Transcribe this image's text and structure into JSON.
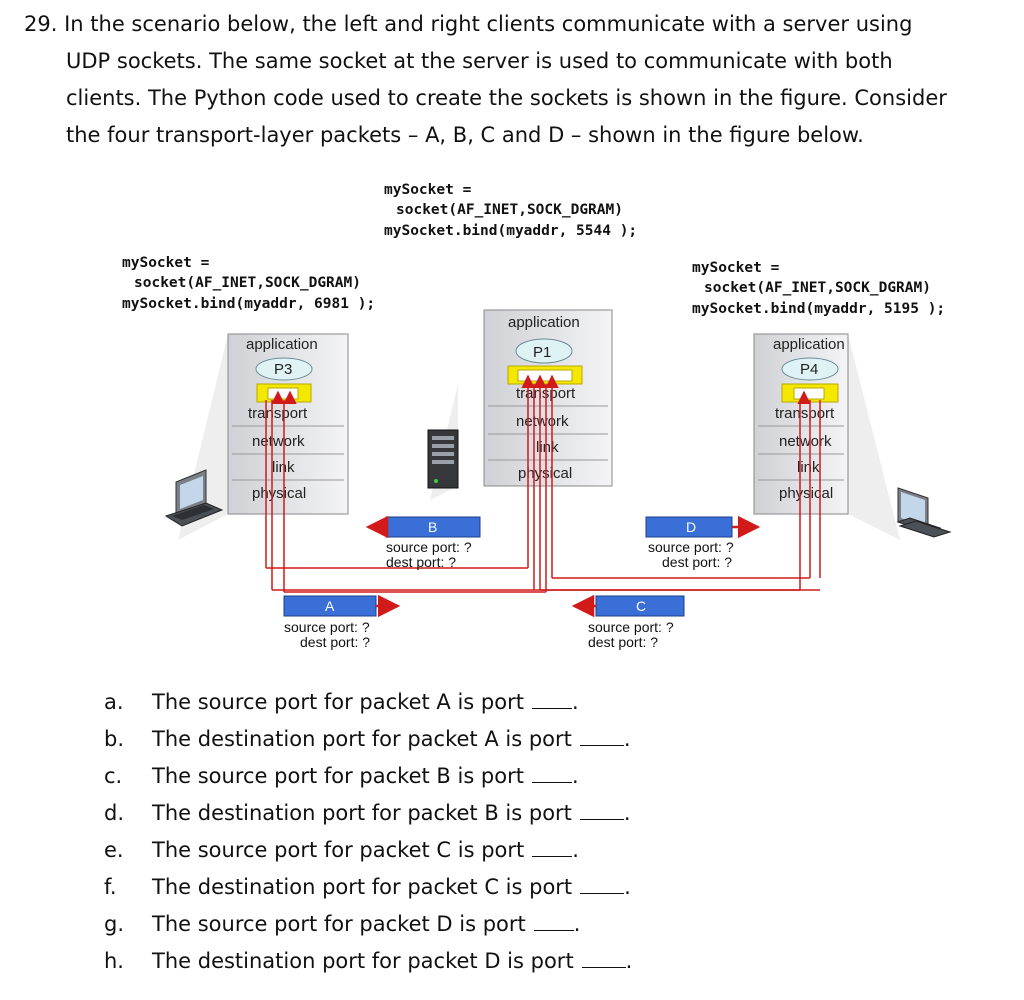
{
  "question": {
    "number": "29.",
    "lines": [
      "In the scenario below, the left and right clients communicate with a server using",
      "UDP sockets. The same socket at the server is used to communicate with both",
      "clients. The Python code used to create the sockets is shown in the figure. Consider",
      "the four transport-layer packets – A, B, C and D – shown in the figure below."
    ]
  },
  "figure": {
    "server_code": {
      "line1": "mySocket =",
      "line2": "socket(AF_INET,SOCK_DGRAM)",
      "line3": "mySocket.bind(myaddr, 5544 );"
    },
    "left_code": {
      "line1": "mySocket =",
      "line2": "socket(AF_INET,SOCK_DGRAM)",
      "line3": "mySocket.bind(myaddr, 6981 );"
    },
    "right_code": {
      "line1": "mySocket =",
      "line2": "socket(AF_INET,SOCK_DGRAM)",
      "line3": "mySocket.bind(myaddr, 5195 );"
    },
    "left_stack": {
      "application": "application",
      "process": "P3",
      "transport": "transport",
      "network": "network",
      "link": "link",
      "physical": "physical"
    },
    "server_stack": {
      "application": "application",
      "process": "P1",
      "transport": "transport",
      "network": "network",
      "link": "link",
      "physical": "physical"
    },
    "right_stack": {
      "application": "application",
      "process": "P4",
      "transport": "transport",
      "network": "network",
      "link": "link",
      "physical": "physical"
    },
    "packets": {
      "A": {
        "label": "A",
        "source": "source port: ?",
        "dest": "dest port: ?"
      },
      "B": {
        "label": "B",
        "source": "source port: ?",
        "dest": "dest port: ?"
      },
      "C": {
        "label": "C",
        "source": "source port: ?",
        "dest": "dest port: ?"
      },
      "D": {
        "label": "D",
        "source": "source port: ?",
        "dest": "dest port: ?"
      }
    },
    "colors": {
      "packet": "#3a6fd8",
      "arrow": "#d11a1a",
      "socket": "#f5e800",
      "process": "#dff3f5"
    }
  },
  "items": [
    {
      "letter": "a.",
      "text": "The source port for packet A is port",
      "end": "."
    },
    {
      "letter": "b.",
      "text": "The destination port for packet A is port",
      "end": "."
    },
    {
      "letter": "c.",
      "text": "The source port for packet B is port",
      "end": "."
    },
    {
      "letter": "d.",
      "text": "The destination port for packet B is port",
      "end": "."
    },
    {
      "letter": "e.",
      "text": "The source port for packet C is port",
      "end": "."
    },
    {
      "letter": "f.",
      "text": "The destination port for packet C is port",
      "end": "."
    },
    {
      "letter": "g.",
      "text": "The source port for packet D is port",
      "end": "."
    },
    {
      "letter": "h.",
      "text": "The destination port for packet D is port",
      "end": "."
    }
  ]
}
